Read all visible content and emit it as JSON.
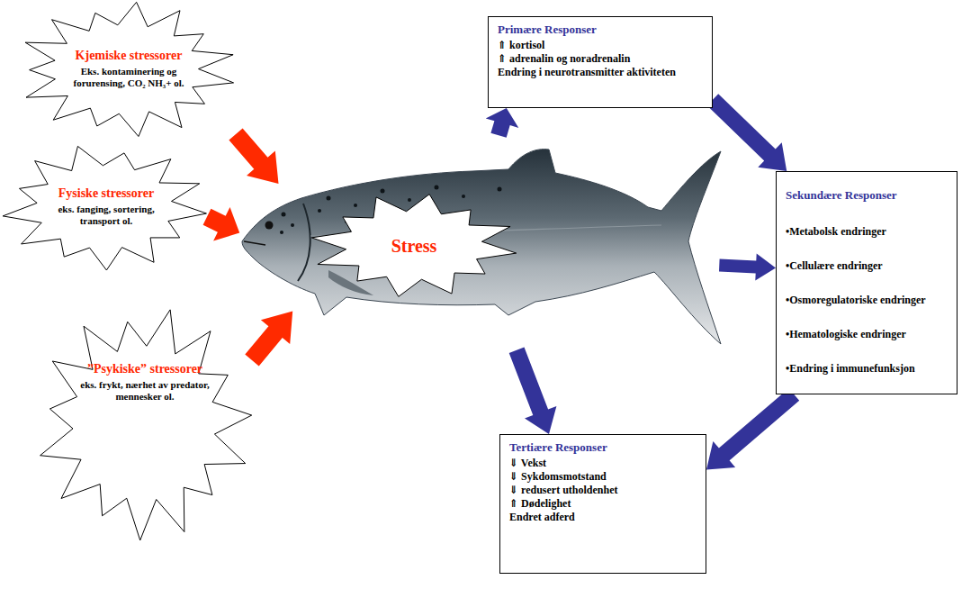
{
  "diagram": {
    "nodes": [
      {
        "text": [
          "Kjemiske stressorer",
          "Eks. kontaminering og forurensing, CO₂ NH₃+ ol."
        ]
      },
      {
        "text": [
          "Fysiske stressorer",
          "eks. fanging, sortering, transport ol."
        ]
      },
      {
        "text": [
          "”Psykiske” stressorer",
          "eks. frykt, nærhet av predator, mennesker ol."
        ]
      },
      {
        "text": [
          "Stress"
        ]
      },
      {
        "text": [
          "Primære Responser",
          "⇑ kortisol",
          "⇑ adrenalin og noradrenalin",
          "Endring i neurotransmitter aktiviteten"
        ]
      },
      {
        "text": [
          "Sekundære Responser",
          "•Metabolsk endringer",
          "•Cellulære endringer",
          "•Osmoregulatoriske endringer",
          "•Hematologiske endringer",
          "•Endring i immunefunksjon"
        ]
      },
      {
        "text": [
          "Tertiære Responser",
          "⇓ Vekst",
          "⇓ Sykdomsmotstand",
          "⇓ redusert utholdenhet",
          "⇑ Dødelighet",
          "Endret adferd"
        ]
      }
    ],
    "edges": [
      {
        "from": 0,
        "to": 3,
        "arrow": "to"
      },
      {
        "from": 1,
        "to": 3,
        "arrow": "to"
      },
      {
        "from": 2,
        "to": 3,
        "arrow": "to"
      },
      {
        "from": 3,
        "to": 4,
        "arrow": "to"
      },
      {
        "from": 4,
        "to": 5,
        "arrow": "to"
      },
      {
        "from": 3,
        "to": 5,
        "arrow": "to"
      },
      {
        "from": 5,
        "to": 6,
        "arrow": "to"
      },
      {
        "from": 3,
        "to": 6,
        "arrow": "to"
      }
    ]
  }
}
